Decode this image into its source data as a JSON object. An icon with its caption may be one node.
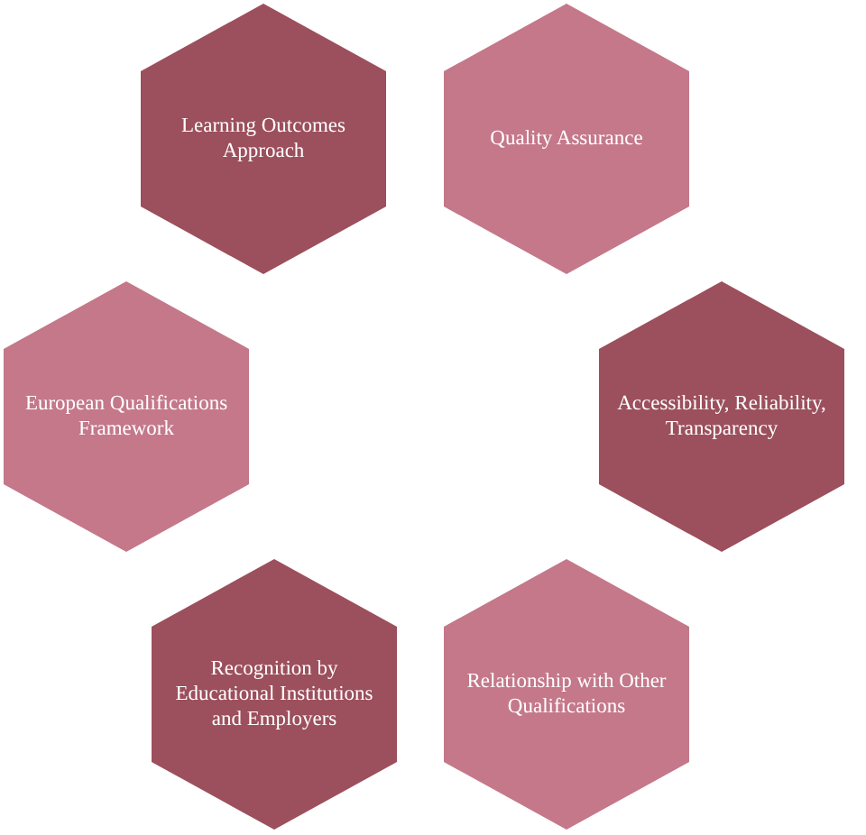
{
  "diagram": {
    "nodes": [
      {
        "text": [
          "Learning Outcomes Approach"
        ]
      },
      {
        "text": [
          "Quality Assurance"
        ]
      },
      {
        "text": [
          "European Qualifications Framework"
        ]
      },
      {
        "text": [
          "Accessibility, Reliability, Transparency"
        ]
      },
      {
        "text": [
          "Recognition by Educational Institutions and Employers"
        ]
      },
      {
        "text": [
          "Relationship with Other Qualifications"
        ]
      }
    ],
    "edges": []
  }
}
